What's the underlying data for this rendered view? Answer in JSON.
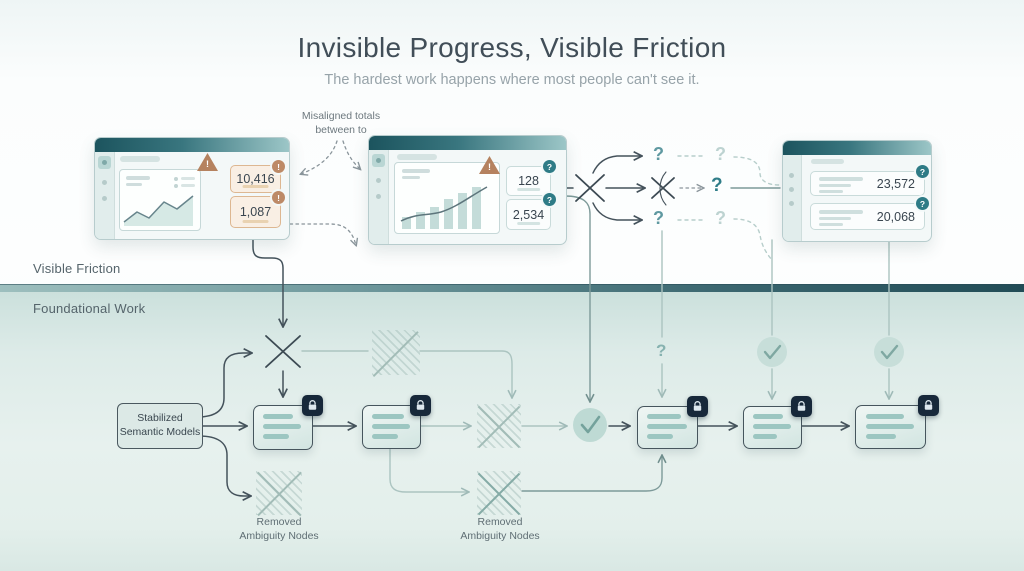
{
  "title": "Invisible Progress, Visible Friction",
  "subtitle": "The hardest work happens where most people can't see it.",
  "section_labels": {
    "top": "Visible Friction",
    "bottom": "Foundational Work"
  },
  "annotation": {
    "text": "Misaligned totals between to"
  },
  "glyphs": {
    "alert": "!",
    "question": "?"
  },
  "dashboards": {
    "left": {
      "metrics": [
        "10,416",
        "1,087"
      ]
    },
    "middle": {
      "metrics": [
        "128",
        "2,534"
      ]
    },
    "right": {
      "metrics": [
        "23,572",
        "20,068"
      ]
    }
  },
  "flow": {
    "source_label": "Stabilized Semantic Models",
    "removed_label_left": "Removed Ambiguity Nodes",
    "removed_label_right": "Removed Ambiguity Nodes"
  },
  "colors": {
    "header_teal": "#1c545e",
    "accent_teal": "#2e7b86",
    "warn_amber": "#bd8a67",
    "divider_dark": "#214c56"
  }
}
